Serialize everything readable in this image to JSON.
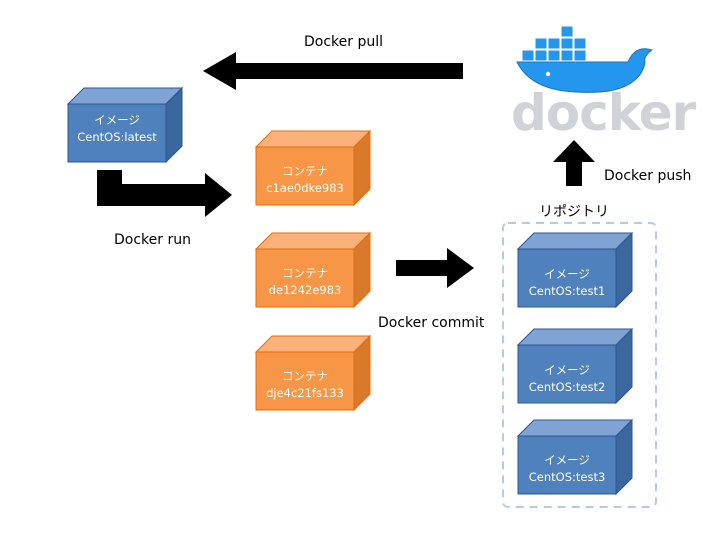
{
  "labels": {
    "pull": "Docker pull",
    "push": "Docker push",
    "run": "Docker run",
    "commit": "Docker commit",
    "repository": "リポジトリ"
  },
  "logo": {
    "wordmark": "docker",
    "color": "#2496ed"
  },
  "source_image": {
    "title": "イメージ",
    "name": "CentOS:latest"
  },
  "containers": [
    {
      "title": "コンテナ",
      "id": "c1ae0dke983"
    },
    {
      "title": "コンテナ",
      "id": "de1242e983"
    },
    {
      "title": "コンテナ",
      "id": "dje4c21fs133"
    }
  ],
  "repo_images": [
    {
      "title": "イメージ",
      "name": "CentOS:test1"
    },
    {
      "title": "イメージ",
      "name": "CentOS:test2"
    },
    {
      "title": "イメージ",
      "name": "CentOS:test3"
    }
  ],
  "colors": {
    "image_front": "#4f81bd",
    "image_top": "#7fa4d4",
    "image_side": "#3a679e",
    "image_edge": "#2f5597",
    "container_front": "#f79646",
    "container_top": "#fab27a",
    "container_side": "#d8792b",
    "container_edge": "#e46c0a",
    "arrow": "#000000",
    "repo_border": "#b7c9e8"
  }
}
